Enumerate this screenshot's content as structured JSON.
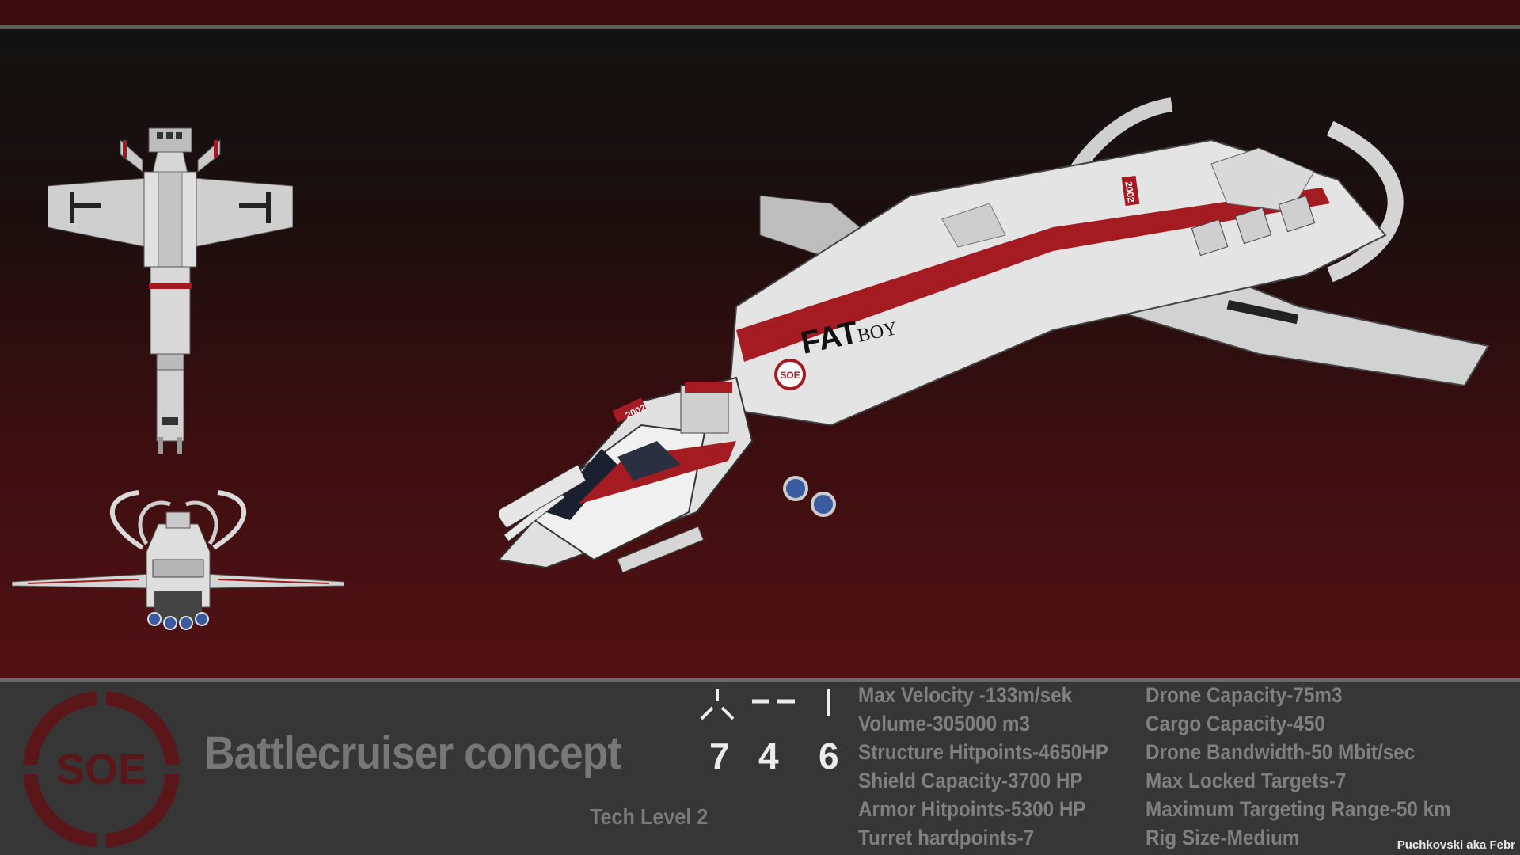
{
  "title": "Battlecruiser concept",
  "tech_level": "Tech Level 2",
  "logo": {
    "text": "SOE",
    "icon": "soe-emblem-icon",
    "color": "#5a1618"
  },
  "hull_markings": {
    "name_main": "FAT",
    "name_sub": "BOY",
    "badge": "SOE",
    "serial": "2002"
  },
  "slots": [
    {
      "icon": "high-slot-icon",
      "count": "7"
    },
    {
      "icon": "mid-slot-icon",
      "count": "4"
    },
    {
      "icon": "low-slot-icon",
      "count": "6"
    }
  ],
  "stats_left": [
    "Max Velocity -133m/sek",
    "Volume-305000 m3",
    "Structure Hitpoints-4650HP",
    "Shield Capacity-3700 HP",
    "Armor Hitpoints-5300 HP",
    "Turret hardpoints-7"
  ],
  "stats_right": [
    "Drone Capacity-75m3",
    "Cargo Capacity-450",
    "Drone Bandwidth-50 Mbit/sec",
    "Max Locked Targets-7",
    "Maximum Targeting Range-50 km",
    "Rig Size-Medium"
  ],
  "credit": "Puchkovski aka Febr",
  "colors": {
    "accent": "#9a1a20",
    "hull": "#e2e2e2",
    "panel": "#363636",
    "text": "#808080"
  }
}
